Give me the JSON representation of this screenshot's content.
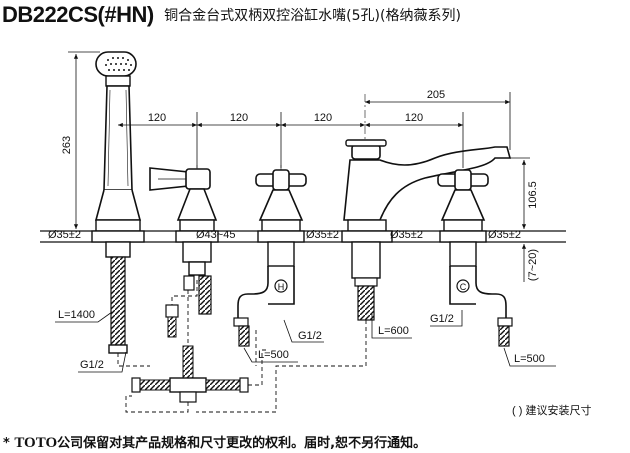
{
  "header": {
    "model": "DB222CS(#HN)",
    "title": "铜合金台式双柄双控浴缸水嘴(5孔)(格纳薇系列)"
  },
  "dimensions": {
    "height_263": "263",
    "spacing_120": "120",
    "spout_205": "205",
    "spout_106": "106.5",
    "range_7_20": "(7~20)",
    "hole_35": "Ø35±2",
    "hole_43_45": "Ø43~45",
    "hose_1400": "L=1400",
    "hose_500": "L=500",
    "hose_600": "L=600",
    "thread_g12": "G1/2"
  },
  "markers": {
    "hot": "H",
    "cold": "C"
  },
  "note": "( ) 建议安装尺寸",
  "footer": {
    "prefix": "* ",
    "brand": "TOTO",
    "text": "公司保留对其产品规格和尺寸更改的权利。届时,恕不另行通知。"
  }
}
